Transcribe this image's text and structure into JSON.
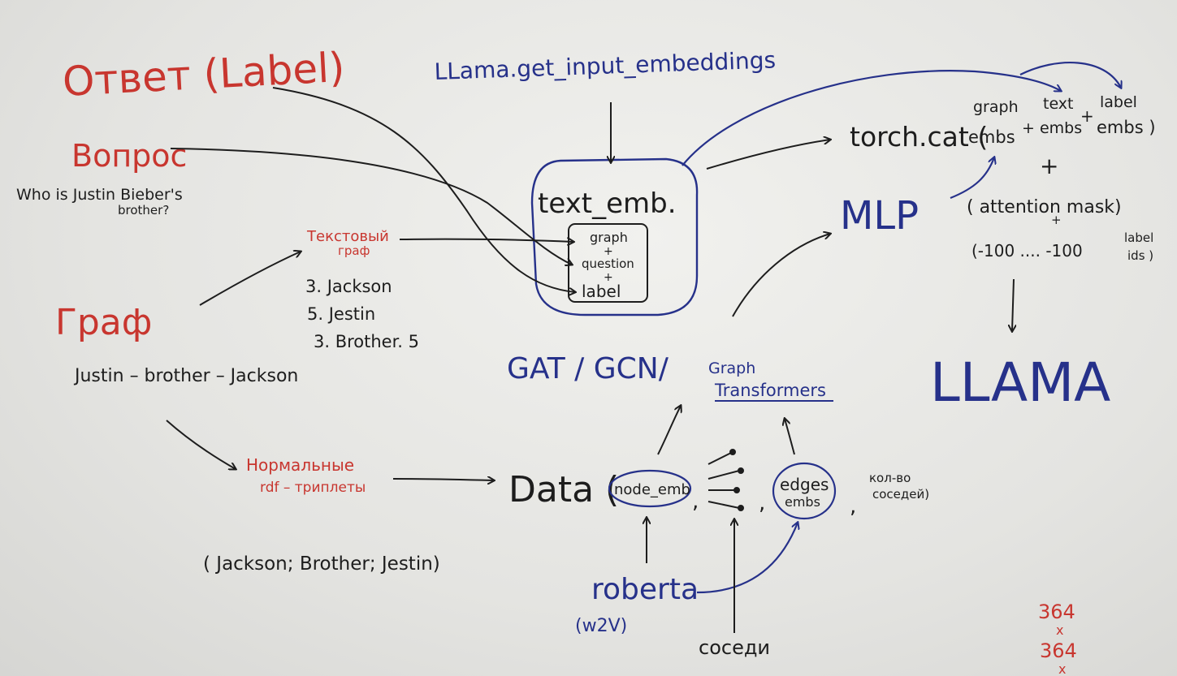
{
  "colors": {
    "red": "#c8362f",
    "blue": "#26318a",
    "black": "#1d1d1d",
    "board": "#e6e6e3"
  },
  "left": {
    "answer_label": "Ответ (Label)",
    "question_label": "Вопрос",
    "question_text_1": "Who is Justin  Bieber's",
    "question_text_2": "brother?",
    "text_graph_1": "Текстовый",
    "text_graph_2": "граф",
    "triples": [
      "3. Jackson",
      "5. Jestin",
      "3. Brother. 5"
    ],
    "graph_label": "Граф",
    "graph_example": "Justin – brother – Jackson",
    "rdf_1": "Нормальные",
    "rdf_2": "rdf – триплеты",
    "rdf_example": "( Jackson; Brother; Jestin)"
  },
  "center": {
    "llama_func": "LLama.get_input_embeddings",
    "text_emb": "text_emb.",
    "inner": [
      "graph",
      "+",
      "question",
      "+",
      "label"
    ],
    "gnn": "GAT / GCN/",
    "gnn_graph": "Graph",
    "gnn_transformers": "Transformers",
    "data_label": "Data (",
    "node_emb": "node_emb",
    "edges_1": "edges",
    "edges_2": "embs",
    "neighbors_1": "кол-во",
    "neighbors_2": "соседей)",
    "roberta": "roberta",
    "w2v": "(w2V)",
    "sosedi": "соседи"
  },
  "right": {
    "torch_cat": "torch.cat (",
    "graph_embs_1": "graph",
    "graph_embs_2": "embs",
    "text_embs_1": "text",
    "text_embs_2": "+ embs",
    "label_embs_1": "label",
    "label_embs_2": "embs )",
    "plus_1": "+",
    "plus_2": "+",
    "attention": "( attention mask)",
    "ids": "(-100 ....  -100",
    "label_ids_1": "label",
    "label_ids_2": "ids )",
    "mlp": "MLP",
    "llama": "LLAMA",
    "mult_1": "364",
    "mult_x1": "x",
    "mult_2": "364",
    "mult_x2": "x"
  }
}
